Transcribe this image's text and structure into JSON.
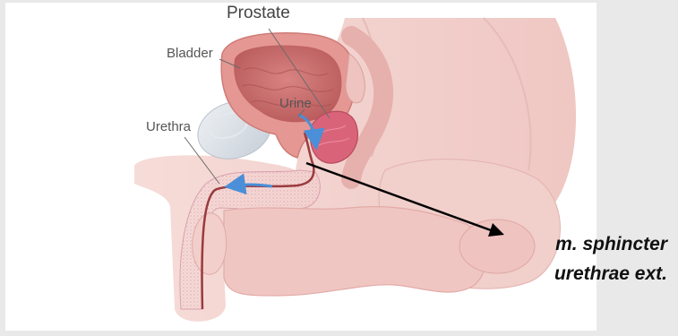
{
  "labels": {
    "prostate": "Prostate",
    "bladder": "Bladder",
    "urine": "Urine",
    "urethra": "Urethra"
  },
  "annotation": {
    "line1": "m. sphincter",
    "line2": "urethrae ext."
  },
  "colors": {
    "page_background": "#e9e9e9",
    "panel_background": "#ffffff",
    "skin": "#f4d4d0",
    "tissue": "#e9b6b4",
    "bladder_wall": "#e3928e",
    "bladder_inner": "#c96867",
    "prostate": "#d86474",
    "bone": "#d5dbe1",
    "urethra_line": "#9a3a3d",
    "flow_arrow": "#4a8fd8",
    "pointer_arrow": "#000000"
  },
  "icons": {
    "flow_arrow": "arrow-icon",
    "pointer_arrow": "arrow-icon"
  }
}
